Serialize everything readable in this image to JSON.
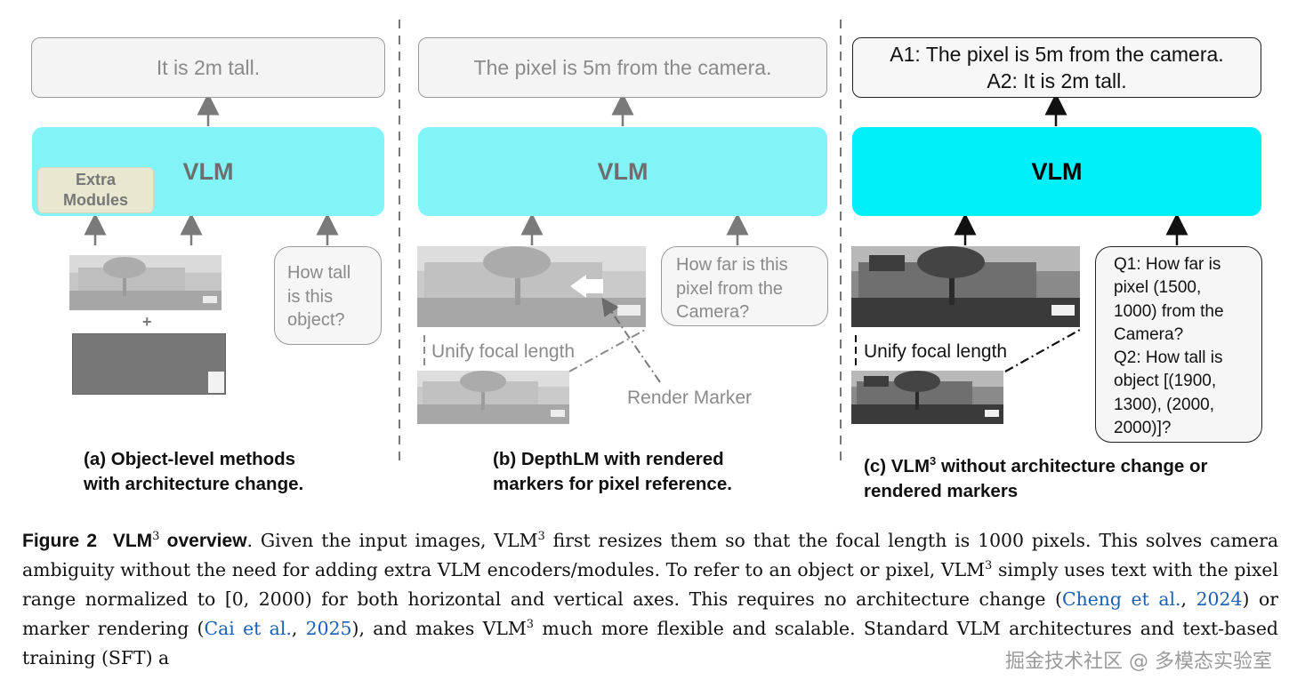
{
  "panel_a": {
    "answer": "It is 2m tall.",
    "vlm_label": "VLM",
    "extra_modules_line1": "Extra",
    "extra_modules_line2": "Modules",
    "plus": "+",
    "question_lines": [
      "How tall",
      "is this",
      "object?"
    ],
    "caption_line1": "(a) Object-level methods",
    "caption_line2": "with architecture change."
  },
  "panel_b": {
    "answer": "The pixel is 5m from the camera.",
    "vlm_label": "VLM",
    "question_lines": [
      "How far is this",
      "pixel from the",
      "Camera?"
    ],
    "unify_label": "Unify focal length",
    "render_marker_label": "Render Marker",
    "caption_line1": "(b) DepthLM with rendered",
    "caption_line2": "markers for pixel reference."
  },
  "panel_c": {
    "answer_line1": "A1: The pixel is 5m from the camera.",
    "answer_line2": "A2: It is 2m tall.",
    "vlm_label": "VLM",
    "question_lines": [
      "Q1: How far is",
      "pixel (1500,",
      "1000) from the",
      "Camera?",
      "Q2: How tall is",
      "object [(1900,",
      "1300), (2000,",
      "2000)]?"
    ],
    "unify_label": "Unify focal length",
    "caption_line1_pre": "(c) VLM",
    "caption_line1_sup": "3",
    "caption_line1_post": " without architecture change or",
    "caption_line2": "rendered markers"
  },
  "caption": {
    "fig_label": "Figure 2",
    "vlm_sup_title": "VLM",
    "sup": "3",
    "overview": " overview",
    "s1": ". Given the input images, VLM",
    "s2": " first resizes them so that the focal length is 1000 pixels. This solves camera ambiguity without the need for adding extra VLM encoders/modules. To refer to an object or pixel, VLM",
    "s3": " simply uses text with the pixel range normalized to [0, 2000) for both horizontal and vertical axes. This requires no architecture change (",
    "cite1_name": "Cheng et al.",
    "comma1": ", ",
    "cite1_year": "2024",
    "s4": ") or marker rendering (",
    "cite2_name": "Cai et al.",
    "comma2": ", ",
    "cite2_year": "2025",
    "s5": "), and makes VLM",
    "s6": " much more flexible and scalable. Standard VLM architectures and text-based training (SFT) a"
  },
  "watermark": "掘金技术社区 @ 多模态实验室",
  "colors": {
    "vlm_faded": "#82f4f8",
    "vlm_bright": "#00f0fa",
    "extra_modules": "#e7e8cf",
    "citation": "#1a5fb4"
  }
}
